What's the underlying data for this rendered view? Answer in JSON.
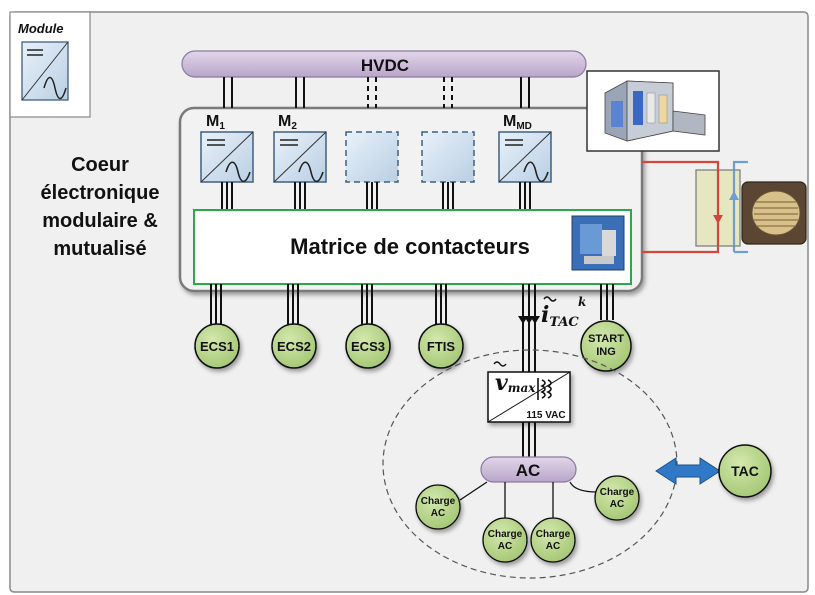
{
  "legend": {
    "title": "Module"
  },
  "bus": {
    "hvdc": "HVDC",
    "ac": "AC"
  },
  "core_label": [
    "Coeur",
    "électronique",
    "modulaire &",
    "mutualisé"
  ],
  "modules": [
    {
      "label": "M",
      "sub": "1",
      "dashed": false
    },
    {
      "label": "M",
      "sub": "2",
      "dashed": false
    },
    {
      "label": "",
      "sub": "",
      "dashed": true
    },
    {
      "label": "",
      "sub": "",
      "dashed": true
    },
    {
      "label": "M",
      "sub": "MD",
      "dashed": false
    }
  ],
  "matrix": {
    "label": "Matrice de contacteurs"
  },
  "loads": [
    "ECS1",
    "ECS2",
    "ECS3",
    "FTIS"
  ],
  "starting": [
    "START",
    "ING"
  ],
  "current_symbol": {
    "base": "i",
    "sub": "TAC",
    "sup": "k"
  },
  "voltage_symbol": {
    "base": "v",
    "sub": "max"
  },
  "transformer": {
    "label": "115 VAC"
  },
  "charges": [
    [
      "Charge",
      "AC"
    ],
    [
      "Charge",
      "AC"
    ],
    [
      "Charge",
      "AC"
    ],
    [
      "Charge",
      "AC"
    ]
  ],
  "tac": "TAC",
  "colors": {
    "lavender": "#cbbbd8",
    "green_circle": "#b3d38a",
    "matrix_border": "#2aa84a",
    "red_line": "#d2473a",
    "blue_line": "#6c9fd8",
    "arrow_blue": "#2f79c6",
    "hx_fill": "#e6e6c0"
  }
}
